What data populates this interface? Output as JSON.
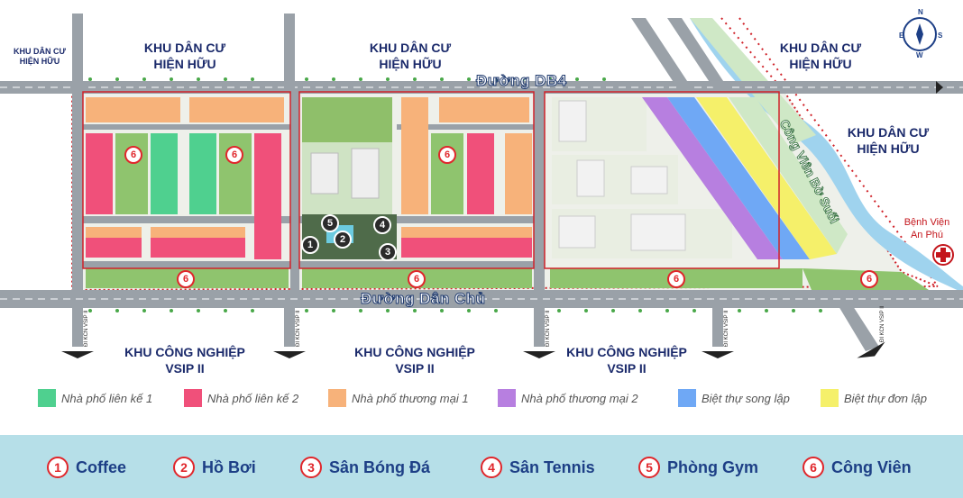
{
  "map": {
    "residential_areas": [
      {
        "line1": "KHU DÂN CƯ",
        "line2": "HIỆN HỮU"
      },
      {
        "line1": "KHU DÂN CƯ",
        "line2": "HIỆN HỮU"
      },
      {
        "line1": "KHU DÂN CƯ",
        "line2": "HIỆN HỮU"
      },
      {
        "line1": "KHU DÂN CƯ",
        "line2": "HIỆN HỮU"
      },
      {
        "line1": "KHU DÂN CƯ",
        "line2": "HIỆN HỮU"
      }
    ],
    "industrial_areas": [
      {
        "line1": "KHU CÔNG NGHIỆP",
        "line2": "VSIP II"
      },
      {
        "line1": "KHU CÔNG NGHIỆP",
        "line2": "VSIP II"
      },
      {
        "line1": "KHU CÔNG NGHIỆP",
        "line2": "VSIP II"
      }
    ],
    "roads": {
      "top": "Đường DB4",
      "bottom": "Đường Dân Chủ",
      "park": "Công Viên Bờ Suối",
      "side_labels": [
        "ĐI KCN VSIP II",
        "ĐI KCN VSIP II",
        "ĐI KCN VSIP II",
        "ĐI KCN VSIP II",
        "ĐI KCN VSIP II"
      ]
    },
    "hospital": {
      "line1": "Bệnh Viện",
      "line2": "An Phú",
      "icon": "red-cross-icon"
    },
    "compass_icon": "compass-icon",
    "markers": [
      "6",
      "6",
      "6",
      "6",
      "6",
      "6",
      "6",
      "1",
      "2",
      "3",
      "4",
      "5"
    ]
  },
  "legend": [
    {
      "label": "Nhà phố liên kế 1",
      "color": "#4fd08f"
    },
    {
      "label": "Nhà phố liên kế 2",
      "color": "#f0507a"
    },
    {
      "label": "Nhà phố thương mại 1",
      "color": "#f7b27a"
    },
    {
      "label": "Nhà phố thương mại 2",
      "color": "#b77fe0"
    },
    {
      "label": "Biệt thự song lập",
      "color": "#6fa8f5"
    },
    {
      "label": "Biệt thự đơn lập",
      "color": "#f5f06a"
    }
  ],
  "amenities": [
    {
      "num": "1",
      "label": "Coffee"
    },
    {
      "num": "2",
      "label": "Hồ Bơi"
    },
    {
      "num": "3",
      "label": "Sân Bóng Đá"
    },
    {
      "num": "4",
      "label": "Sân Tennis"
    },
    {
      "num": "5",
      "label": "Phòng Gym"
    },
    {
      "num": "6",
      "label": "Công Viên"
    }
  ]
}
